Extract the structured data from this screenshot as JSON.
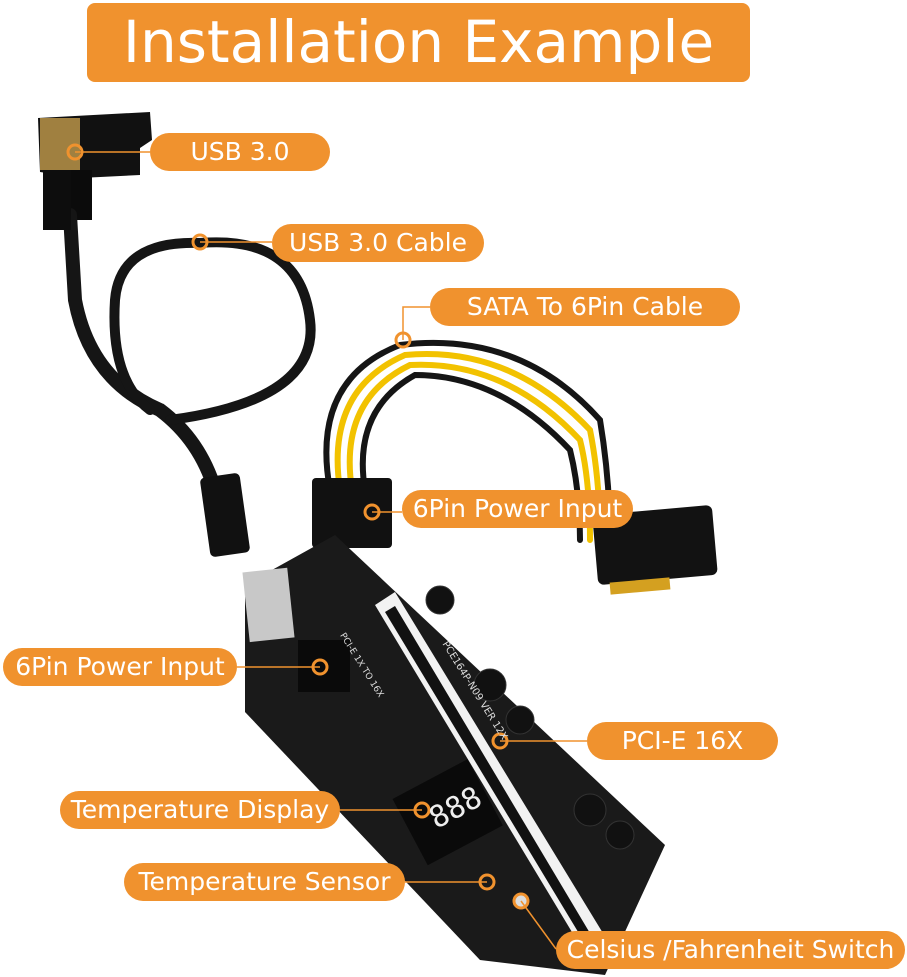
{
  "title": "Installation Example",
  "accent_color": "#F0922E",
  "labels": {
    "usb30": "USB 3.0",
    "usb30_cable": "USB 3.0 Cable",
    "sata_cable": "SATA To 6Pin Cable",
    "power_input_right": "6Pin Power Input",
    "power_input_left": "6Pin Power Input",
    "pcie16x": "PCI-E 16X",
    "temp_display": "Temperature Display",
    "temp_sensor": "Temperature Sensor",
    "cf_switch": "Celsius /Fahrenheit Switch"
  },
  "board_text": {
    "model": "PCE164P-N09 VER 12X",
    "slot": "PCI-E 1X TO 16X",
    "display": "888"
  }
}
